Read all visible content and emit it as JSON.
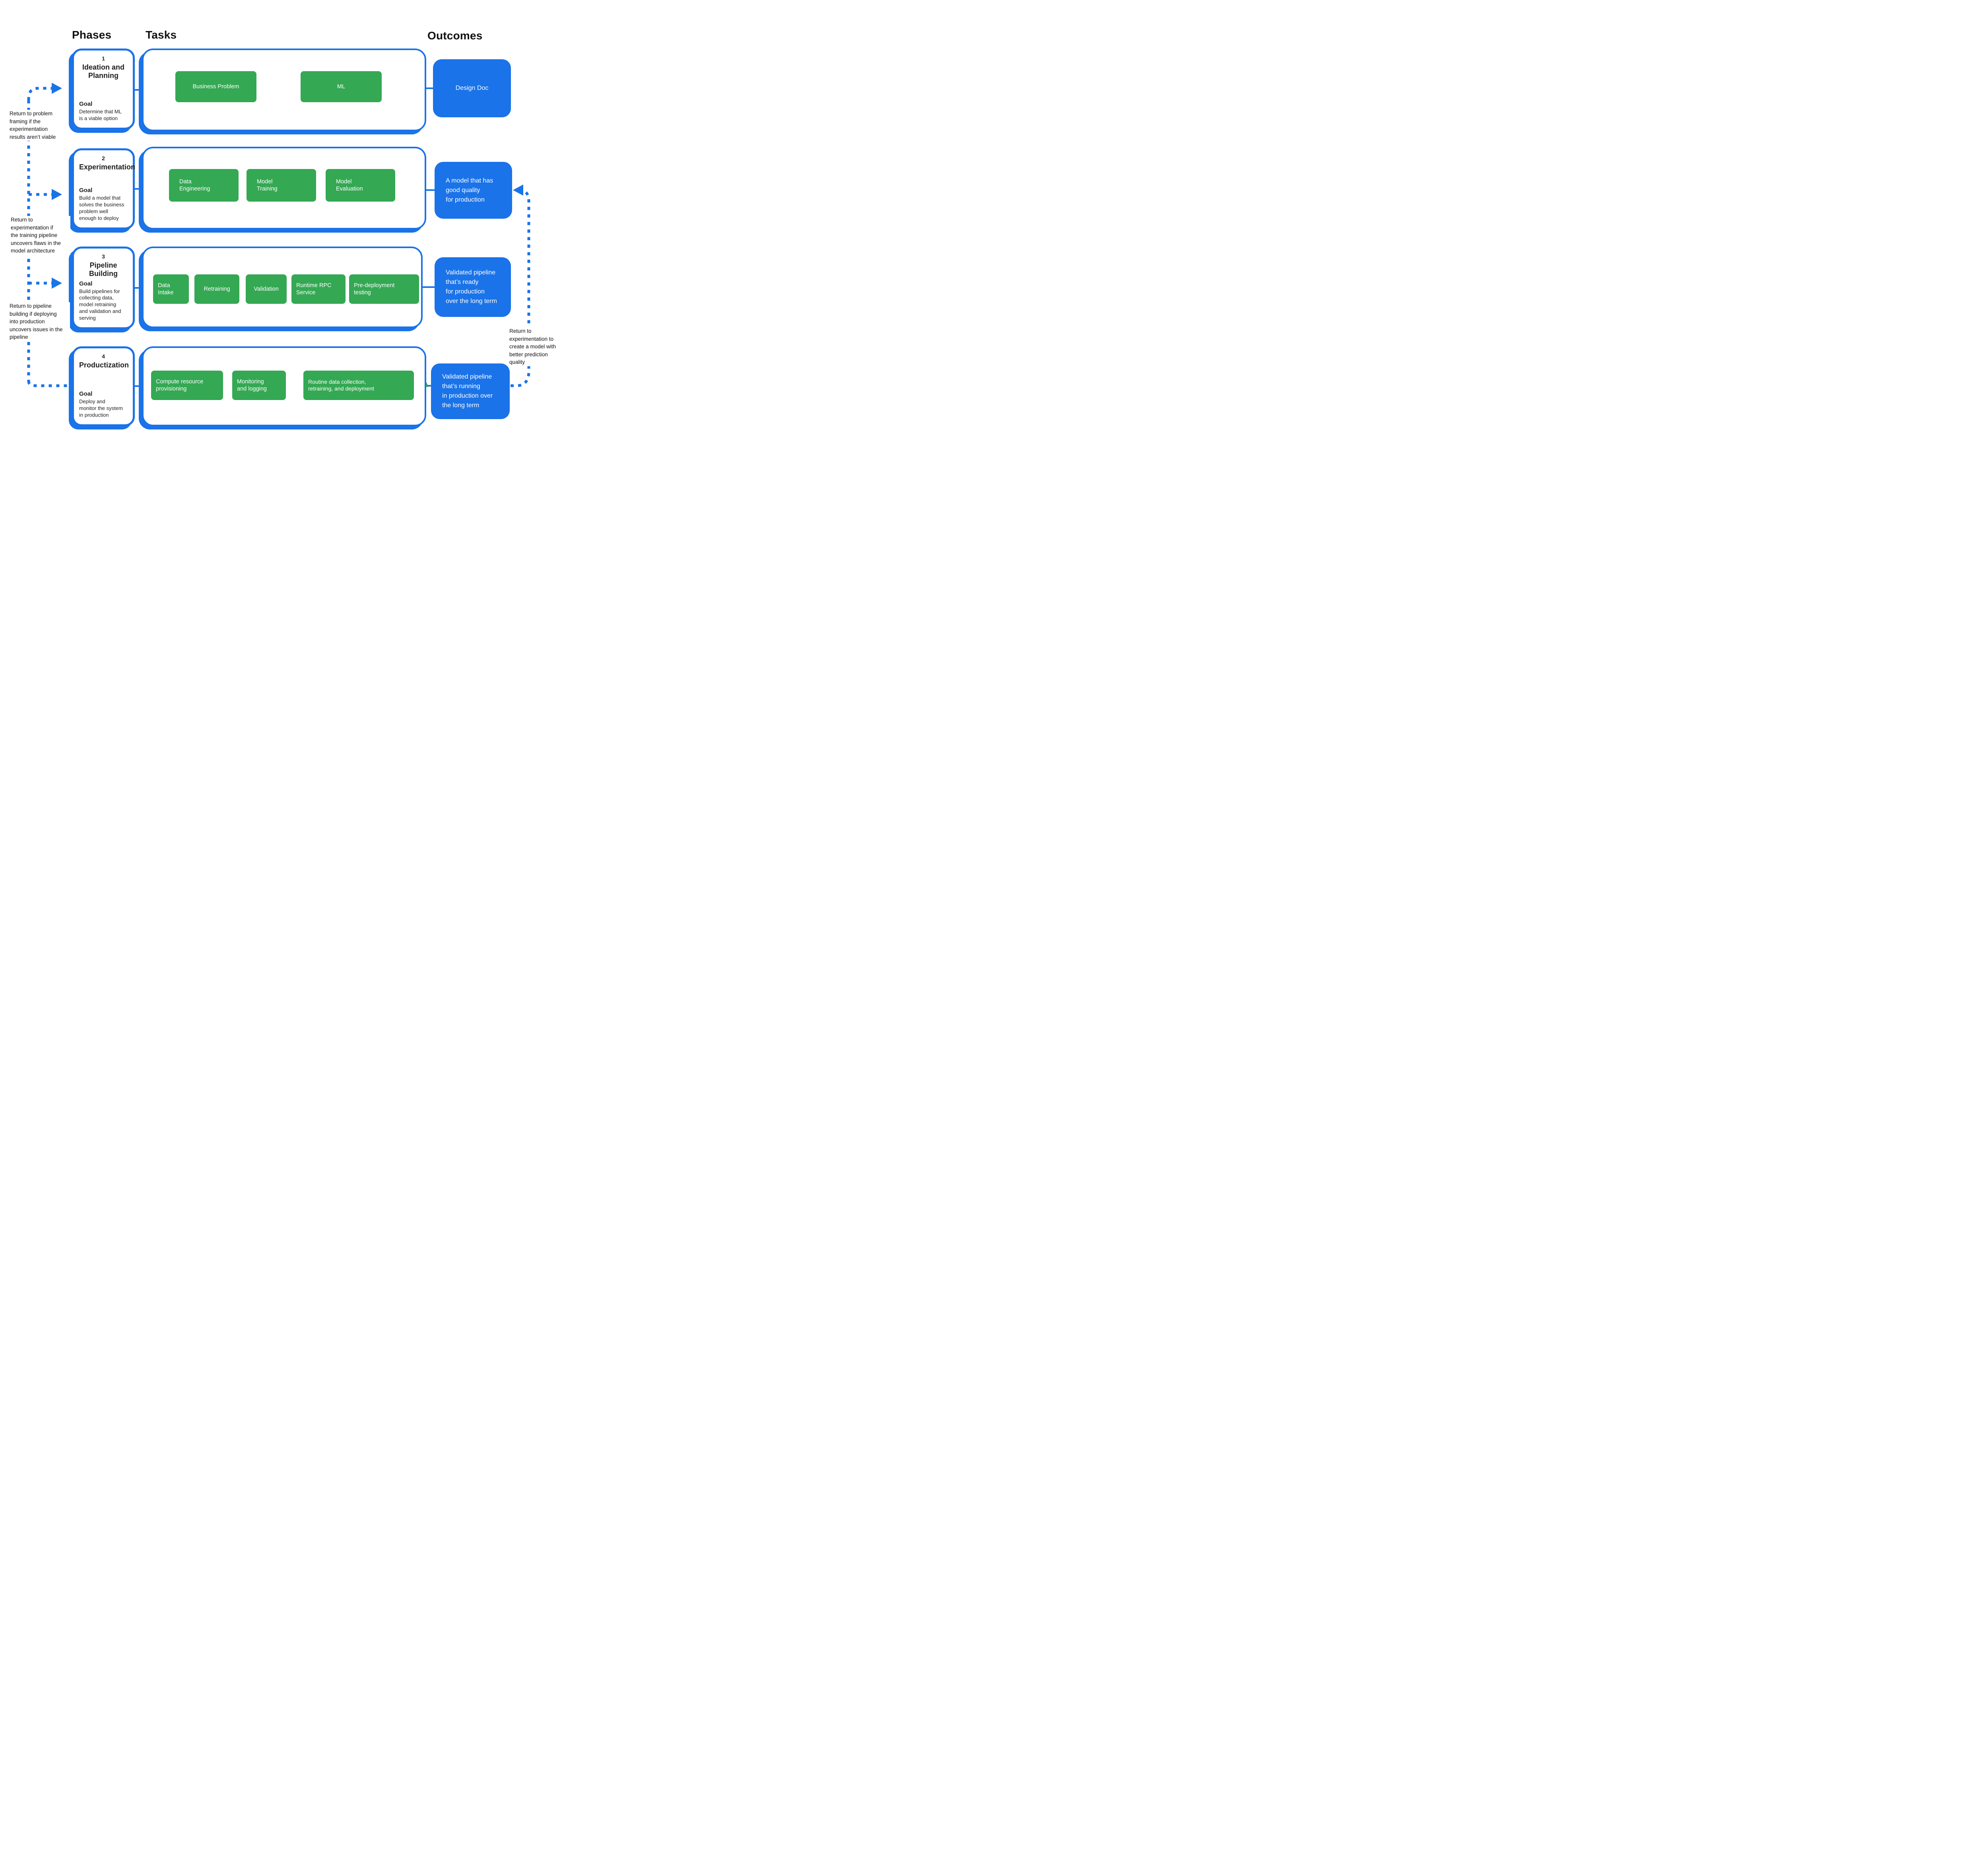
{
  "headers": {
    "phases": "Phases",
    "tasks": "Tasks",
    "outcomes": "Outcomes"
  },
  "colors": {
    "blue": "#1A73E8",
    "green": "#34A853",
    "text": "#111111",
    "white": "#ffffff"
  },
  "phases": [
    {
      "number": "1",
      "title": "Ideation and\nPlanning",
      "goal_label": "Goal",
      "goal": "Determine that ML\nis a viable option",
      "tasks": [
        "Business Problem",
        "ML"
      ],
      "outcome": "Design Doc"
    },
    {
      "number": "2",
      "title": "Experimentation",
      "goal_label": "Goal",
      "goal": "Build a model that\nsolves the business\nproblem well\nenough to deploy",
      "tasks": [
        "Data\nEngineering",
        "Model\nTraining",
        "Model\nEvaluation"
      ],
      "outcome": "A model that has\ngood quality\nfor production"
    },
    {
      "number": "3",
      "title": "Pipeline Building",
      "goal_label": "Goal",
      "goal": "Build pipelines for\ncollecting data,\nmodel retraining\nand validation and\nserving",
      "tasks": [
        "Data\nIntake",
        "Retraining",
        "Validation",
        "Runtime RPC\nService",
        "Pre-deployment\ntesting"
      ],
      "outcome": "Validated pipeline\nthat’s ready\nfor production\nover the long term"
    },
    {
      "number": "4",
      "title": "Productization",
      "goal_label": "Goal",
      "goal": "Deploy and\nmonitor the system\nin production",
      "tasks": [
        "Compute resource\nprovisioning",
        "Monitoring\nand logging",
        "Routine data collection,\nretraining, and deployment"
      ],
      "outcome": "Validated pipeline\nthat’s running\nin production over\nthe long term"
    }
  ],
  "annotations": {
    "left": [
      "Return to problem\nframing if the\nexperimentation\nresults aren’t viable",
      "Return to\nexperimentation if\nthe training pipeline\nuncovers flaws in the\nmodel architecture",
      "Return to pipeline\nbuilding if deploying\ninto production\nuncovers issues in the\npipeline"
    ],
    "right": "Return to\nexperimentation to\ncreate a model with\nbetter prediction\nquality"
  }
}
